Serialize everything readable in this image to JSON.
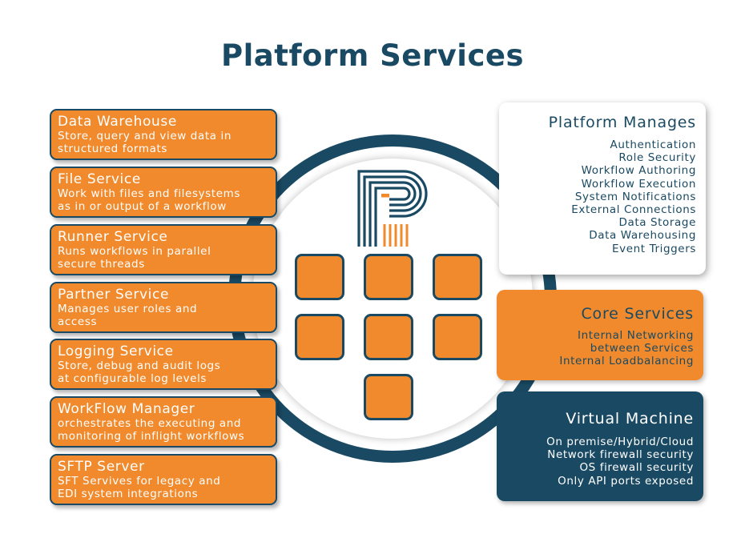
{
  "title": "Platform Services",
  "colors": {
    "navy": "#1a4a63",
    "orange": "#f08a2c",
    "white": "#ffffff"
  },
  "services": [
    {
      "name": "Data Warehouse",
      "desc": [
        "Store, query and view data in",
        "structured formats"
      ]
    },
    {
      "name": "File Service",
      "desc": [
        "Work with files and filesystems",
        "as in or output of a workflow"
      ]
    },
    {
      "name": "Runner Service",
      "desc": [
        "Runs workflows in parallel",
        "secure threads"
      ]
    },
    {
      "name": "Partner Service",
      "desc": [
        "Manages user roles and",
        "access"
      ]
    },
    {
      "name": "Logging Service",
      "desc": [
        "Store, debug and audit logs",
        "at configurable log levels"
      ]
    },
    {
      "name": "WorkFlow Manager",
      "desc": [
        "orchestrates the executing and",
        "monitoring of inflight workflows"
      ]
    },
    {
      "name": "SFTP Server",
      "desc": [
        "SFT Servives for legacy and",
        "EDI system integrations"
      ]
    }
  ],
  "platform_manages": {
    "title": "Platform Manages",
    "items": [
      "Authentication",
      "Role Security",
      "Workflow Authoring",
      "Workflow Execution",
      "System Notifications",
      "External Connections",
      "Data Storage",
      "Data Warehousing",
      "Event Triggers"
    ]
  },
  "core_services": {
    "title": "Core Services",
    "items": [
      "Internal Networking",
      "between Services",
      "Internal Loadbalancing"
    ]
  },
  "virtual_machine": {
    "title": "Virtual Machine",
    "items": [
      "On premise/Hybrid/Cloud",
      "Network firewall security",
      "OS firewall security",
      "Only API ports exposed"
    ]
  }
}
